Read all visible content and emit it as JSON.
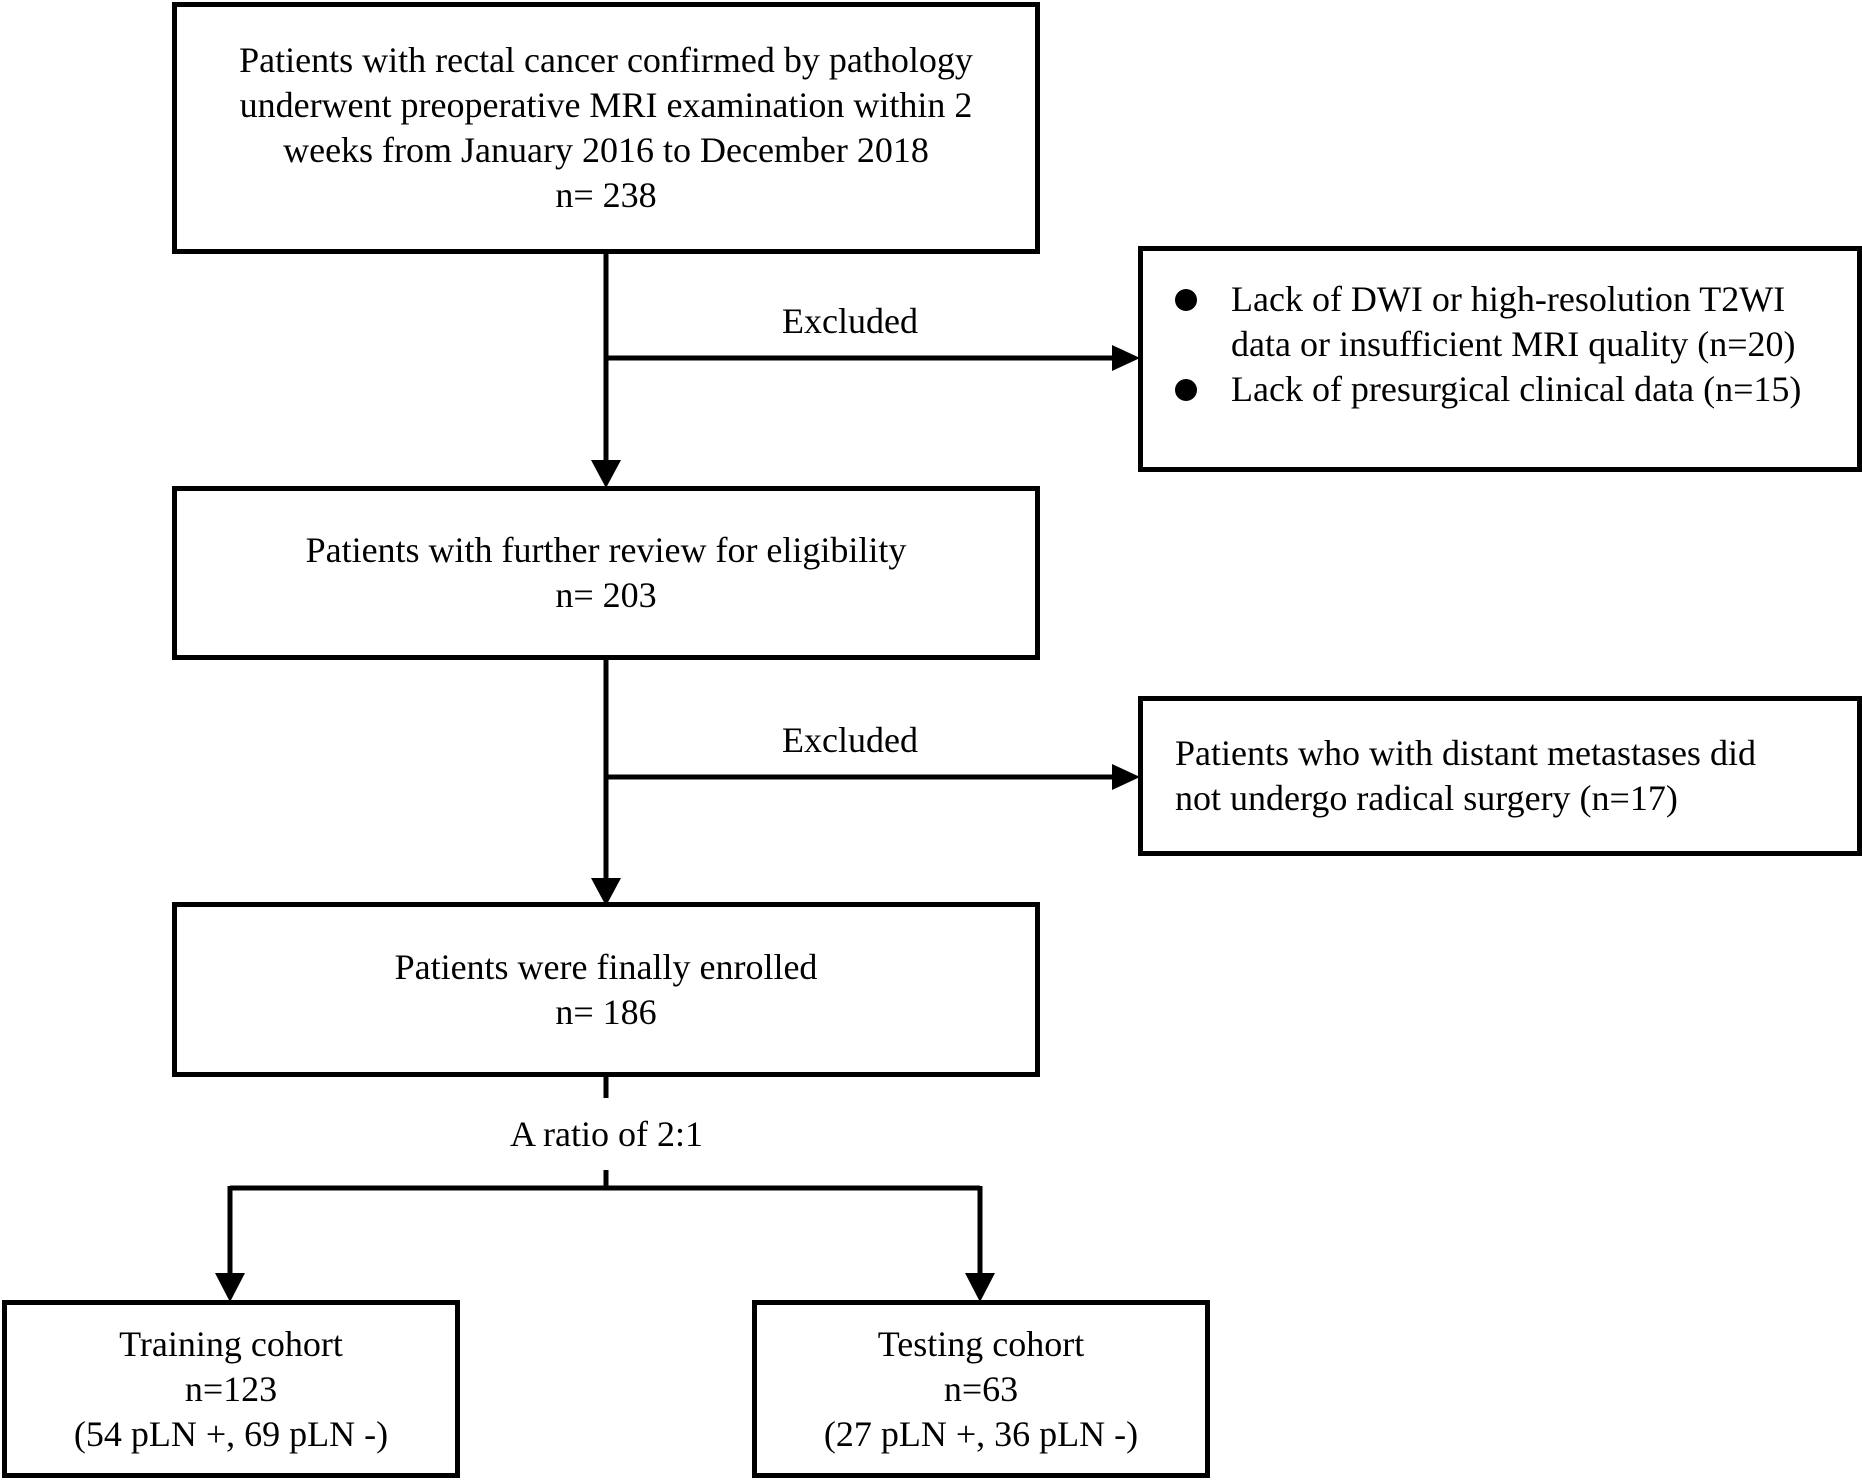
{
  "boxes": {
    "initial": {
      "lines": [
        "Patients with rectal cancer confirmed by pathology",
        "underwent preoperative MRI examination within 2",
        "weeks from January 2016 to December 2018",
        "n= 238"
      ]
    },
    "exclusion1": {
      "items": [
        [
          "Lack of DWI or high-resolution T2WI",
          "data or insufficient MRI quality (n=20)"
        ],
        [
          "Lack of presurgical clinical data (n=15)"
        ]
      ]
    },
    "review": {
      "lines": [
        "Patients with further review for eligibility",
        "n= 203"
      ]
    },
    "exclusion2": {
      "lines": [
        "Patients who with distant metastases did",
        "not undergo radical surgery (n=17)"
      ]
    },
    "enrolled": {
      "lines": [
        "Patients were finally enrolled",
        "n= 186"
      ]
    },
    "training": {
      "lines": [
        "Training cohort",
        "n=123",
        "(54 pLN +, 69 pLN -)"
      ]
    },
    "testing": {
      "lines": [
        "Testing cohort",
        "n=63",
        "(27 pLN +, 36 pLN -)"
      ]
    }
  },
  "labels": {
    "excluded1": "Excluded",
    "excluded2": "Excluded",
    "ratio": "A ratio of 2:1"
  }
}
